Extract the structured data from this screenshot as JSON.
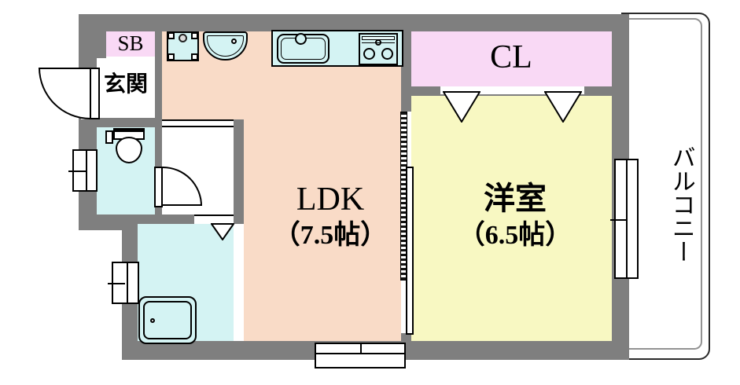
{
  "plan": {
    "rooms": {
      "shoe_box": {
        "label": "SB"
      },
      "entrance": {
        "label": "玄関"
      },
      "ldk": {
        "label": "LDK",
        "size": "（7.5帖）"
      },
      "closet": {
        "label": "CL"
      },
      "western_room": {
        "label": "洋室",
        "size": "（6.5帖）"
      },
      "balcony": {
        "label": "バルコニー"
      }
    },
    "fixtures": [
      "toilet",
      "bathtub",
      "wash-basin",
      "washing-machine-pan",
      "kitchen-sink",
      "gas-stove"
    ],
    "colors": {
      "wall": "#7f7f7f",
      "ldk_floor": "#f9dbc7",
      "western_room_floor": "#f8f8c2",
      "closet_fill": "#f9d9f5",
      "wet_area_fill": "#d4f3f3",
      "balcony_outline": "#2a2a2a"
    }
  }
}
